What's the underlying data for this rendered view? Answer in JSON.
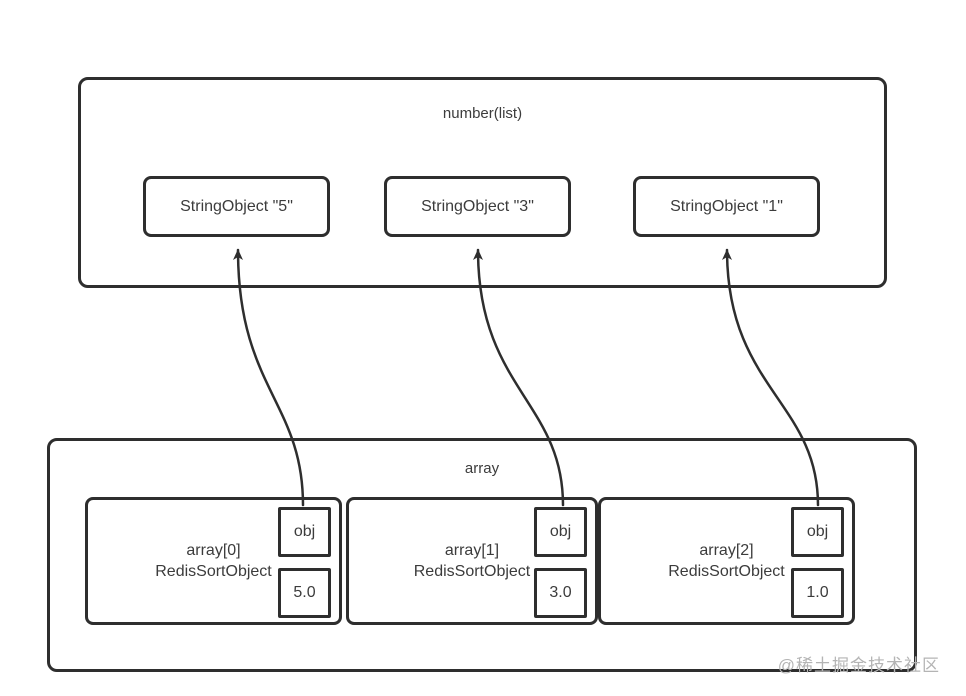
{
  "diagram": {
    "list": {
      "title": "number(list)",
      "items": [
        {
          "label": "StringObject \"5\""
        },
        {
          "label": "StringObject \"3\""
        },
        {
          "label": "StringObject \"1\""
        }
      ]
    },
    "array": {
      "title": "array",
      "cells": [
        {
          "index_label": "array[0]",
          "type_label": "RedisSortObject",
          "obj_label": "obj",
          "score": "5.0"
        },
        {
          "index_label": "array[1]",
          "type_label": "RedisSortObject",
          "obj_label": "obj",
          "score": "3.0"
        },
        {
          "index_label": "array[2]",
          "type_label": "RedisSortObject",
          "obj_label": "obj",
          "score": "1.0"
        }
      ]
    },
    "watermark": "@稀土掘金技术社区",
    "colors": {
      "line": "#2e2e2e",
      "text": "#3c3c3c",
      "watermark": "#b4b4b4",
      "background": "#ffffff"
    }
  }
}
